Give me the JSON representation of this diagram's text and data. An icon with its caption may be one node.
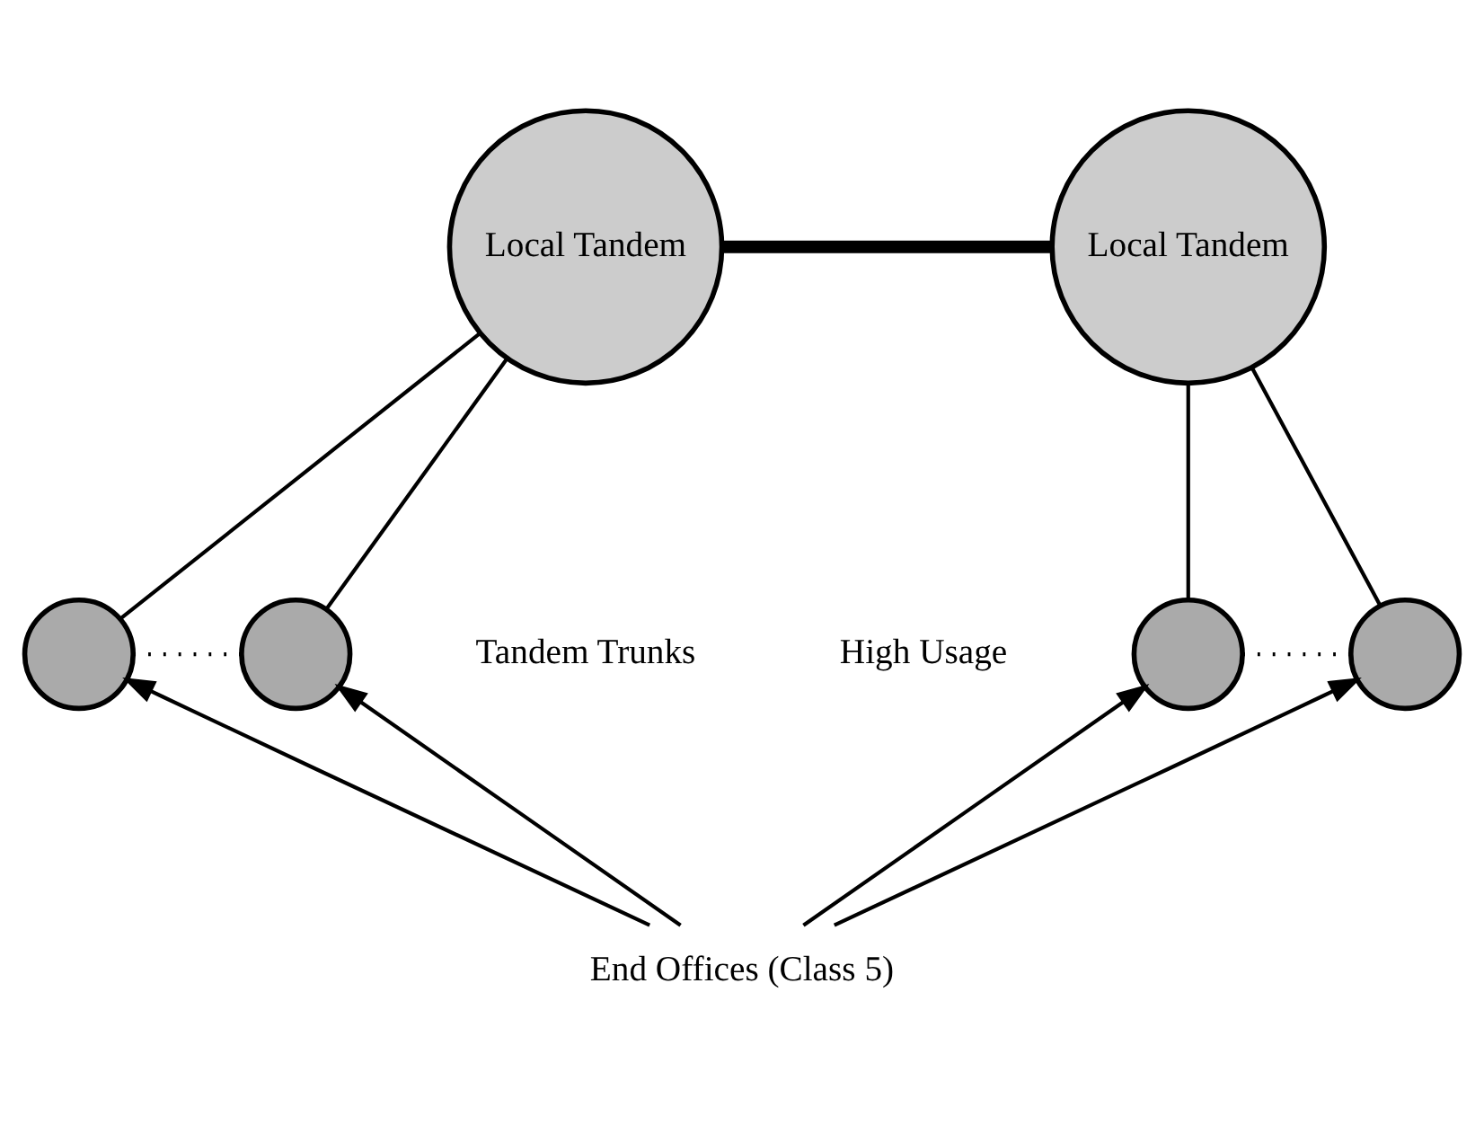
{
  "diagram": {
    "nodes": [
      {
        "text": [
          "Local Tandem"
        ]
      },
      {
        "text": [
          "Local Tandem"
        ]
      },
      {
        "text": [],
        "shape": "circle"
      },
      {
        "text": [],
        "shape": "circle"
      },
      {
        "text": [],
        "shape": "circle"
      },
      {
        "text": [],
        "shape": "circle"
      },
      {
        "text": [
          "End Offices (Class 5)"
        ]
      }
    ],
    "edges": [
      {
        "from": 0,
        "to": 1,
        "arrow": "none",
        "style": "thick"
      },
      {
        "from": 0,
        "to": 2,
        "arrow": "none"
      },
      {
        "from": 0,
        "to": 3,
        "arrow": "none"
      },
      {
        "from": 1,
        "to": 4,
        "arrow": "none"
      },
      {
        "from": 1,
        "to": 5,
        "arrow": "none"
      },
      {
        "from": 2,
        "to": 3,
        "arrow": "none",
        "style": "dashed"
      },
      {
        "from": 4,
        "to": 5,
        "arrow": "none",
        "style": "dashed"
      },
      {
        "from": 6,
        "to": 2,
        "arrow": "to"
      },
      {
        "from": 6,
        "to": 3,
        "arrow": "to"
      },
      {
        "from": 6,
        "to": 4,
        "arrow": "to"
      },
      {
        "from": 6,
        "to": 5,
        "arrow": "to"
      }
    ],
    "labels": [
      "Tandem Trunks",
      "High Usage"
    ]
  }
}
